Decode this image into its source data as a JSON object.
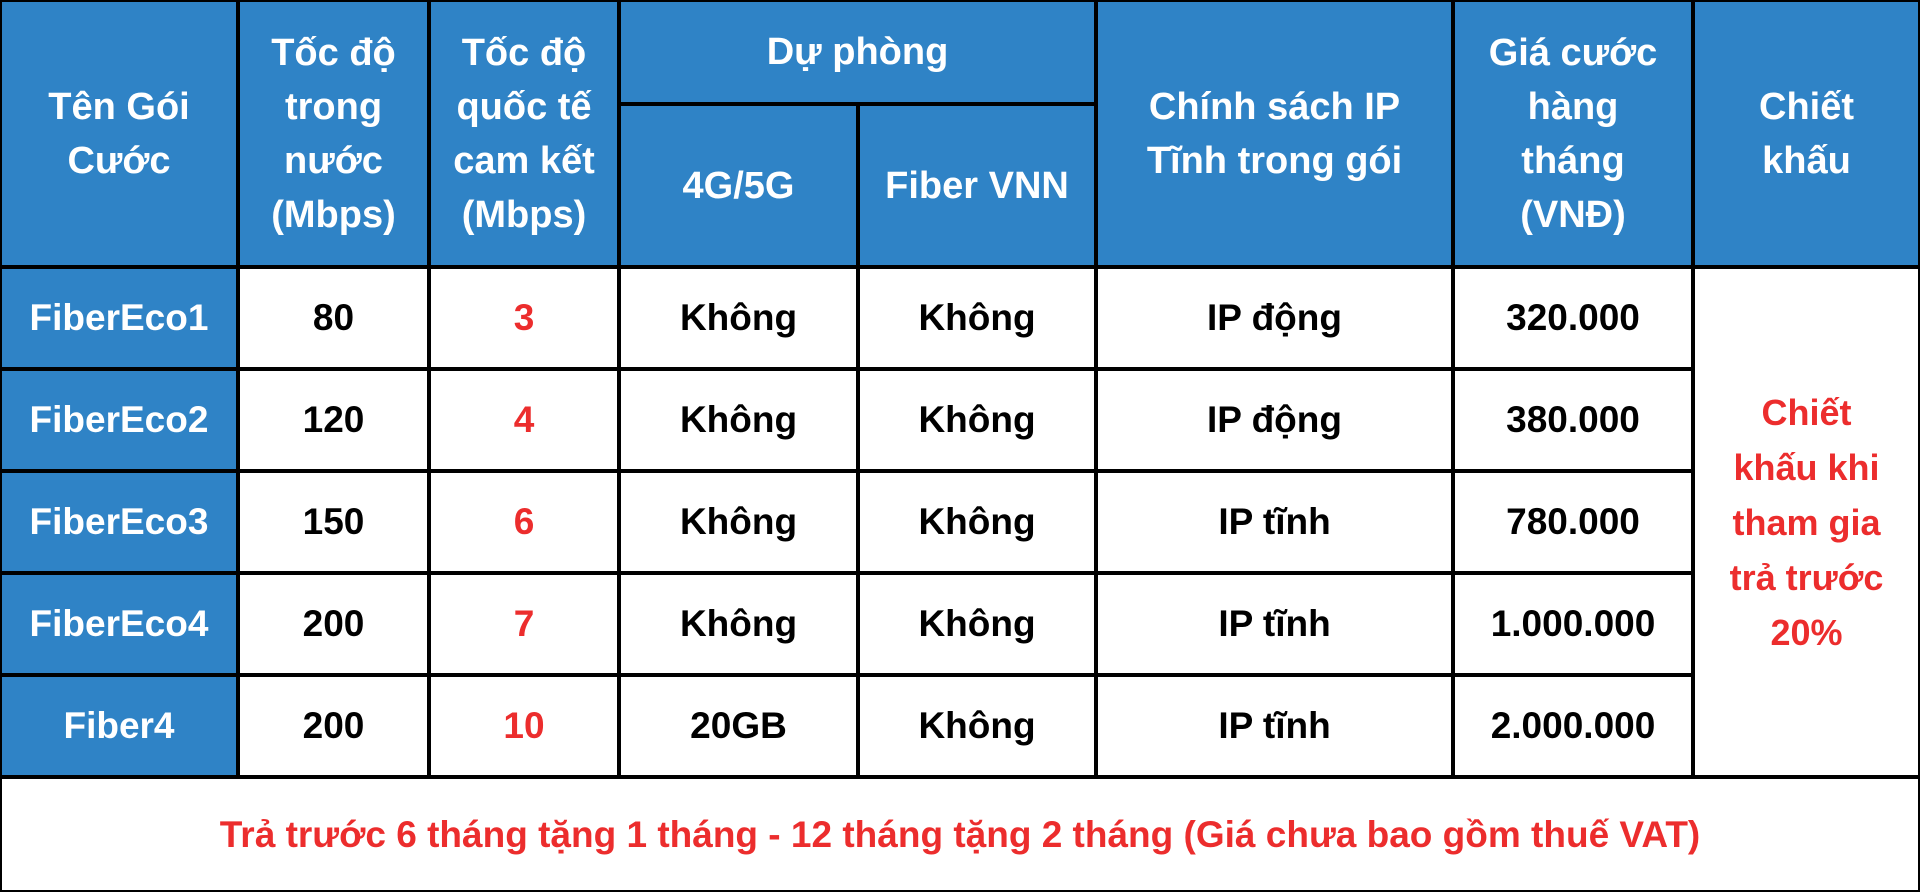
{
  "table": {
    "headers": {
      "package_name": [
        "Tên Gói",
        "Cước"
      ],
      "domestic_speed": [
        "Tốc độ",
        "trong",
        "nước",
        "(Mbps)"
      ],
      "intl_speed": [
        "Tốc độ",
        "quốc tế",
        "cam kết",
        "(Mbps)"
      ],
      "backup": "Dự phòng",
      "backup_4g5g": "4G/5G",
      "backup_fiber": "Fiber VNN",
      "ip_policy": [
        "Chính sách IP",
        "Tĩnh trong gói"
      ],
      "monthly_price": [
        "Giá cước",
        "hàng",
        "tháng",
        "(VNĐ)"
      ],
      "discount": [
        "Chiết",
        "khấu"
      ]
    },
    "rows": [
      {
        "name": "FiberEco1",
        "domestic": "80",
        "intl": "3",
        "backup_4g5g": "Không",
        "backup_fiber": "Không",
        "ip": "IP động",
        "price": "320.000"
      },
      {
        "name": "FiberEco2",
        "domestic": "120",
        "intl": "4",
        "backup_4g5g": "Không",
        "backup_fiber": "Không",
        "ip": "IP động",
        "price": "380.000"
      },
      {
        "name": "FiberEco3",
        "domestic": "150",
        "intl": "6",
        "backup_4g5g": "Không",
        "backup_fiber": "Không",
        "ip": "IP tĩnh",
        "price": "780.000"
      },
      {
        "name": "FiberEco4",
        "domestic": "200",
        "intl": "7",
        "backup_4g5g": "Không",
        "backup_fiber": "Không",
        "ip": "IP tĩnh",
        "price": "1.000.000"
      },
      {
        "name": "Fiber4",
        "domestic": "200",
        "intl": "10",
        "backup_4g5g": "20GB",
        "backup_fiber": "Không",
        "ip": "IP tĩnh",
        "price": "2.000.000"
      }
    ],
    "discount_note": [
      "Chiết",
      "khấu khi",
      "tham gia",
      "trả trước",
      "20%"
    ],
    "footer": "Trả trước 6 tháng tặng 1 tháng - 12 tháng tặng 2 tháng (Giá chưa bao gồm thuế VAT)"
  },
  "colors": {
    "header_blue": "#2f83c6",
    "accent_red": "#ec2d2d",
    "border": "#000000",
    "cell_bg": "#ffffff"
  }
}
